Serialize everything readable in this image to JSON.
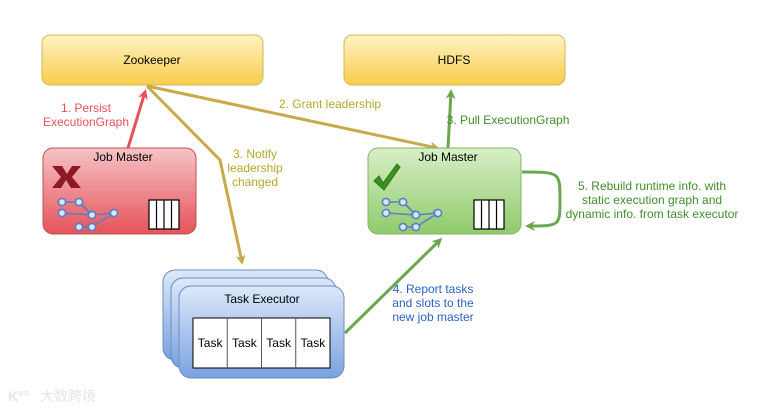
{
  "nodes": {
    "zookeeper": {
      "label": "Zookeeper"
    },
    "hdfs": {
      "label": "HDFS"
    },
    "old_job_master": {
      "label": "Job Master",
      "status_icon": "x-mark-icon"
    },
    "new_job_master": {
      "label": "Job Master",
      "status_icon": "checkmark-icon"
    },
    "task_executor": {
      "label": "Task Executor",
      "tasks": [
        "Task",
        "Task",
        "Task",
        "Task"
      ]
    }
  },
  "edges": {
    "persist": {
      "lines": [
        "1. Persist",
        "ExecutionGraph"
      ],
      "color": "#e8505b"
    },
    "grant": {
      "lines": [
        "2. Grant leadership"
      ],
      "color": "#b5a72a"
    },
    "notify": {
      "lines": [
        "3. Notify",
        "leadership",
        "changed"
      ],
      "color": "#b5a72a"
    },
    "pull": {
      "lines": [
        "3. Pull ExecutionGraph"
      ],
      "color": "#3f8f2a"
    },
    "report": {
      "lines": [
        "4. Report tasks",
        "and slots to the",
        "new job master"
      ],
      "color": "#2a62c9"
    },
    "rebuild": {
      "lines": [
        "5. Rebuild runtime info. with",
        "static execution graph and",
        "dynamic info. from task executor"
      ],
      "color": "#3f8f2a"
    }
  },
  "watermark": {
    "text": "大数跨境"
  }
}
